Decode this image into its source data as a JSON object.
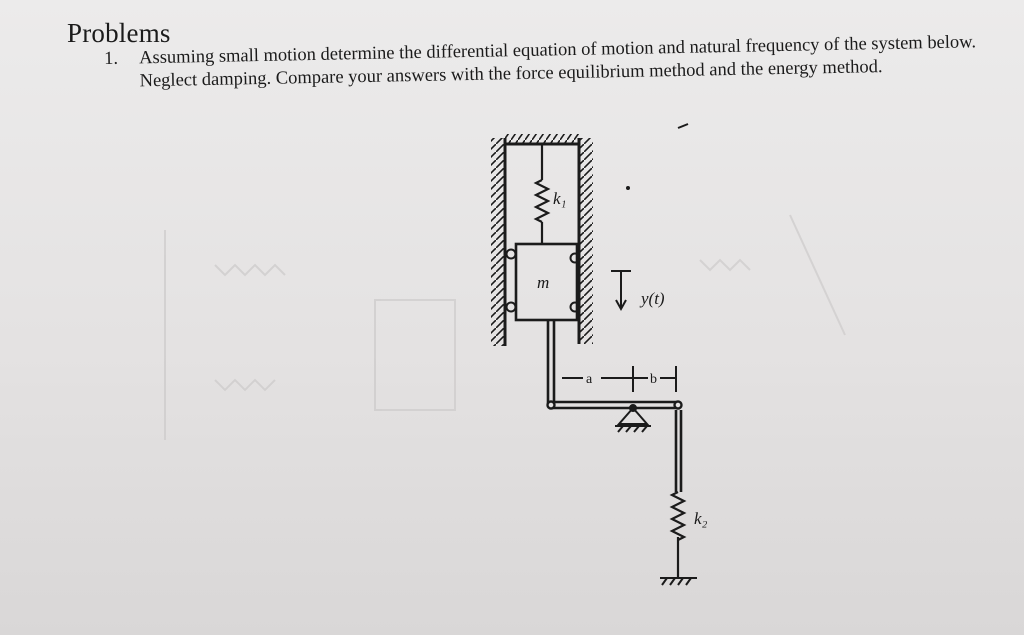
{
  "document": {
    "heading": "Problems",
    "problem_number": "1.",
    "problem_text": "Assuming small motion determine the differential equation of motion and natural frequency of the system below. Neglect damping. Compare your answers with the force equilibrium method and the energy method."
  },
  "figure": {
    "spring_top_label": "k₁",
    "mass_label": "m",
    "displacement_label": "y(t)",
    "length_a_label": "a",
    "length_b_label": "b",
    "spring_bottom_label": "k₂"
  }
}
